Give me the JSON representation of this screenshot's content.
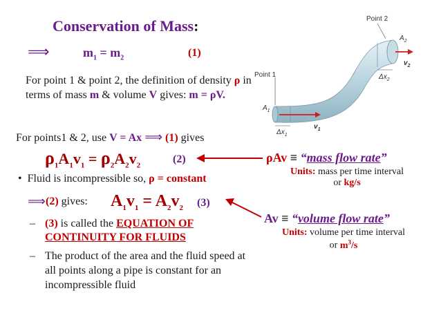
{
  "title": {
    "text": "Conservation of Mass",
    "colon": ":"
  },
  "eq1": {
    "lhs": "m",
    "s1": "1",
    "eq": " = m",
    "s2": "2",
    "num": "(1)"
  },
  "para": {
    "t1": "For point 1 & point 2, the definition of density ",
    "rho": "ρ",
    "t2": " in terms of mass ",
    "m": "m",
    "t3": " & volume ",
    "V": "V",
    "t4": " gives:  ",
    "formula": "m = ρV."
  },
  "line2": {
    "t1": "For points1 & 2, use ",
    "formula": "V = Ax",
    "t2": "(1)",
    "t3": " gives"
  },
  "eq2": {
    "rho1": "ρ",
    "s1": "1",
    "a1": "A",
    "s2": "1",
    "v1": "v",
    "s3": "1",
    "eq": " = ",
    "rho2": "ρ",
    "s4": "2",
    "a2": "A",
    "s5": "2",
    "v2": "v",
    "s6": "2",
    "num": "(2)"
  },
  "bullet": {
    "mark": "•",
    "t1": "Fluid is incompressible so, ",
    "formula": "ρ = constant"
  },
  "row3": {
    "num": "(2)",
    "t1": " gives:",
    "a1": "A",
    "s1": "1",
    "v1": "v",
    "s2": "1",
    "eq": " = ",
    "a2": "A",
    "s3": "2",
    "v2": "v",
    "s4": "2",
    "num3": "(3)"
  },
  "dash1": {
    "mark": "–",
    "num": "(3)",
    "t1": " is called the ",
    "eoc1": "EQUATION OF",
    "eoc2": "CONTINUITY FOR FLUIDS"
  },
  "dash2": {
    "mark": "–",
    "text": "The product of the area and the fluid speed at all points along a pipe is constant for an incompressible fluid"
  },
  "mass_flow": {
    "label": "ρAv",
    "equiv": "≡",
    "q1": "“",
    "term": "mass flow rate",
    "q2": "”",
    "units_label": "Units:",
    "units_text": " mass per time interval",
    "or": "or ",
    "unit": "kg/s"
  },
  "volume_flow": {
    "label": "Av",
    "equiv": "≡",
    "q1": "“",
    "term": "volume flow rate",
    "q2": "”",
    "units_label": "Units:",
    "units_text": " volume per time interval",
    "or": "or ",
    "unit_base": "m",
    "unit_exp": "3",
    "unit_tail": "/s"
  },
  "figure": {
    "point2": "Point 2",
    "point1": "Point 1",
    "A2": "A",
    "A2s": "2",
    "A1": "A",
    "A1s": "1",
    "v2": "v",
    "v2s": "2",
    "v1": "v",
    "v1s": "1",
    "dx1": "Δx",
    "dx1s": "1",
    "dx2": "Δx",
    "dx2s": "2"
  },
  "colors": {
    "purple": "#6a1b8a",
    "red": "#c00000",
    "darkred": "#a00000",
    "pipe": "#b9d4df",
    "arrow": "#cc1f1f"
  }
}
